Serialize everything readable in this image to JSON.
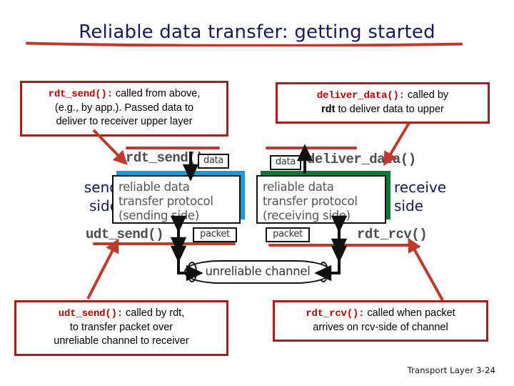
{
  "slide": {
    "title": "Reliable data transfer: getting started",
    "title_color": "#16195e",
    "accent_red": "#c0392b",
    "callout_border": "#a61f1f",
    "code_red": "#c00000",
    "sender_shadow_color": "#1b9ad6",
    "receiver_shadow_color": "#0c7a32",
    "footer": "Transport Layer 3-24"
  },
  "callouts": {
    "rdt_send": {
      "code": "rdt_send():",
      "text_line1": " called from above,",
      "text_line2": "(e.g., by app.). Passed data to",
      "text_line3": "deliver to receiver upper layer"
    },
    "deliver_data": {
      "code": "deliver_data():",
      "text_line1": " called by",
      "bold_word": "rdt",
      "text_line2_rest": " to deliver data to upper"
    },
    "udt_send": {
      "code": "udt_send():",
      "text_line1": " called by rdt,",
      "text_line2": "to transfer packet over",
      "text_line3": "unreliable channel to receiver"
    },
    "rdt_rcv": {
      "code": "rdt_rcv():",
      "text_line1": " called when packet",
      "text_line2": "arrives on rcv-side of channel"
    }
  },
  "diagram": {
    "send_side_label_line1": "send",
    "send_side_label_line2": "side",
    "receive_side_label_line1": "receive",
    "receive_side_label_line2": "side",
    "fn_rdt_send": "rdt_send()",
    "fn_deliver_data": "deliver_data()",
    "fn_udt_send": "udt_send()",
    "fn_rdt_rcv": "rdt_rcv()",
    "tag_data_left": "data",
    "tag_data_right": "data",
    "tag_packet_left": "packet",
    "tag_packet_right": "packet",
    "proto_left_line1": "reliable data",
    "proto_left_line2": "transfer protocol",
    "proto_left_line3": "(sending side)",
    "proto_right_line1": "reliable data",
    "proto_right_line2": "transfer protocol",
    "proto_right_line3": "(receiving side)",
    "channel_label": "unreliable channel"
  }
}
